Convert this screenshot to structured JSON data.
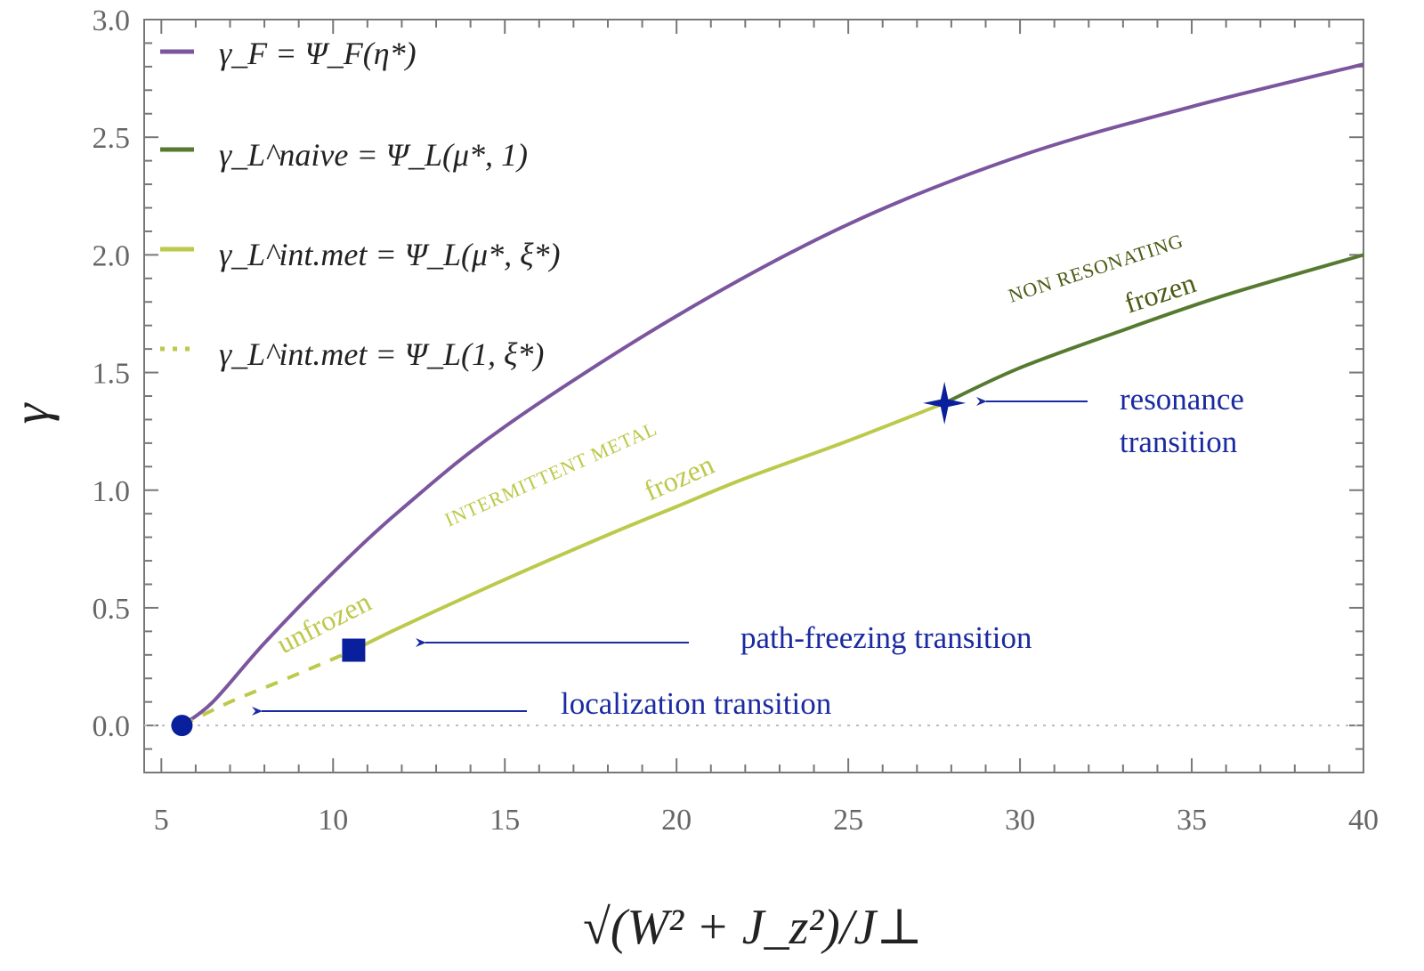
{
  "chart_data": {
    "type": "line",
    "xlabel": "√(W² + J_z²)/J⊥",
    "ylabel": "γ",
    "xlim": [
      4.5,
      40
    ],
    "ylim": [
      -0.2,
      3.0
    ],
    "xticks": [
      "5",
      "10",
      "15",
      "20",
      "25",
      "30",
      "35",
      "40"
    ],
    "yticks": [
      "0.0",
      "0.5",
      "1.0",
      "1.5",
      "2.0",
      "2.5",
      "3.0"
    ],
    "grid": false,
    "legend_position": "top-left",
    "series": [
      {
        "name": "γ_F = Ψ_F(η*)",
        "color": "#7b559e",
        "style": "solid",
        "x": [
          5.6,
          6.5,
          8,
          10,
          12,
          15,
          20,
          25,
          30,
          35,
          40
        ],
        "y": [
          0.0,
          0.1,
          0.35,
          0.65,
          0.92,
          1.27,
          1.74,
          2.13,
          2.42,
          2.63,
          2.81
        ]
      },
      {
        "name": "γ_L^naive = Ψ_L(μ*, 1)",
        "color": "#557a30",
        "style": "solid",
        "x": [
          27.8,
          30,
          33,
          36,
          40
        ],
        "y": [
          1.37,
          1.52,
          1.68,
          1.83,
          2.0
        ]
      },
      {
        "name": "γ_L^int.met = Ψ_L(μ*, ξ*)",
        "color": "#bcc94a",
        "style": "solid",
        "x": [
          10.6,
          12,
          15,
          18,
          20,
          22,
          25,
          27.8
        ],
        "y": [
          0.32,
          0.42,
          0.62,
          0.81,
          0.93,
          1.05,
          1.21,
          1.37
        ]
      },
      {
        "name": "γ_L^int.met = Ψ_L(1, ξ*)",
        "color": "#bcc94a",
        "style": "dashed",
        "x": [
          5.6,
          7,
          8.5,
          10.6
        ],
        "y": [
          0.0,
          0.1,
          0.19,
          0.32
        ]
      }
    ],
    "markers": [
      {
        "shape": "circle",
        "x": 5.6,
        "y": 0.0,
        "color": "#0a1f9c"
      },
      {
        "shape": "square",
        "x": 10.6,
        "y": 0.32,
        "color": "#0a1f9c"
      },
      {
        "shape": "star",
        "x": 27.8,
        "y": 1.37,
        "color": "#0a1f9c"
      }
    ],
    "annotations": {
      "resonance_line1": "resonance",
      "resonance_line2": "transition",
      "path_freezing": "path-freezing transition",
      "localization": "localization transition",
      "non_resonating": "NON RESONATING",
      "frozen_nr": "frozen",
      "intermittent_metal": "INTERMITTENT METAL",
      "frozen_im": "frozen",
      "unfrozen": "unfrozen"
    },
    "legend": {
      "l1": "γ_F = Ψ_F(η*)",
      "l2": "γ_L^naive = Ψ_L(μ*, 1)",
      "l3": "γ_L^int.met = Ψ_L(μ*, ξ*)",
      "l4": "γ_L^int.met = Ψ_L(1, ξ*)"
    },
    "colors": {
      "purple": "#7b559e",
      "dark_green": "#557a30",
      "light_green": "#bcc94a",
      "marker_blue": "#0a1f9c",
      "annot_blue": "#1a2aa0",
      "annot_dark_green": "#4a5a14"
    }
  }
}
